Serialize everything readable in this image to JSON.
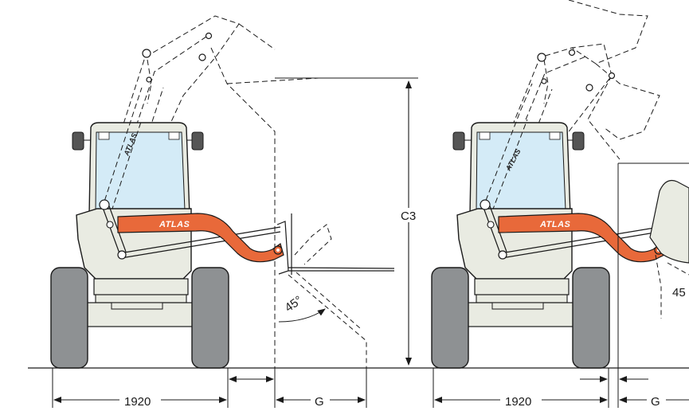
{
  "diagram": {
    "brand": "ATLAS",
    "colors": {
      "arm": "#e8693a",
      "cab_glass": "#d4ebf7",
      "body": "#e9ebe2",
      "tire": "#8e9193",
      "line": "#1a1a1a"
    },
    "left_view": {
      "width_label": "1920",
      "height_label": "C3",
      "offset_label": "G",
      "angle_label": "45°",
      "attachment": "fork"
    },
    "right_view": {
      "width_label": "1920",
      "offset_label": "G",
      "angle_label": "45",
      "attachment": "bucket"
    }
  }
}
